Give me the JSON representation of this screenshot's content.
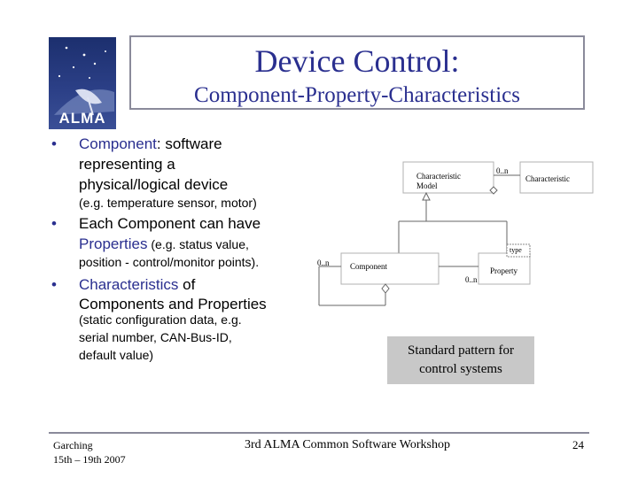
{
  "logo": {
    "text": "ALMA",
    "icon": "alma-logo-icon"
  },
  "slide": {
    "title": "Device Control:",
    "subtitle": "Component-Property-Characteristics"
  },
  "bullets": {
    "b1_bold": "Component",
    "b1_line1_rest": ": software",
    "b1_line2": "representing a",
    "b1_line3": "physical/logical device",
    "b1_sub": "(e.g. temperature sensor, motor)",
    "b2_line1": "Each Component can have",
    "b2_bold": "Properties",
    "b2_rest": " (e.g. status value,",
    "b2_line3": "position - control/monitor points).",
    "b3_bold": "Characteristics",
    "b3_line1_rest": " of",
    "b3_line2": "Components and Properties",
    "b3_sub1": "(static configuration data, e.g.",
    "b3_sub2": "serial number, CAN-Bus-ID,",
    "b3_sub3": "default value)"
  },
  "diagram": {
    "char_model_1": "Characteristic",
    "char_model_2": "Model",
    "characteristic": "Characteristic",
    "mult_top": "0..n",
    "mult_left": "0..n",
    "mult_right": "0..n",
    "component": "Component",
    "type": "type",
    "property": "Property"
  },
  "pattern_box": {
    "line1": "Standard pattern for",
    "line2": "control systems"
  },
  "footer": {
    "location": "Garching",
    "dates": "15th – 19th 2007",
    "event": "3rd ALMA Common Software Workshop",
    "page": "24"
  }
}
